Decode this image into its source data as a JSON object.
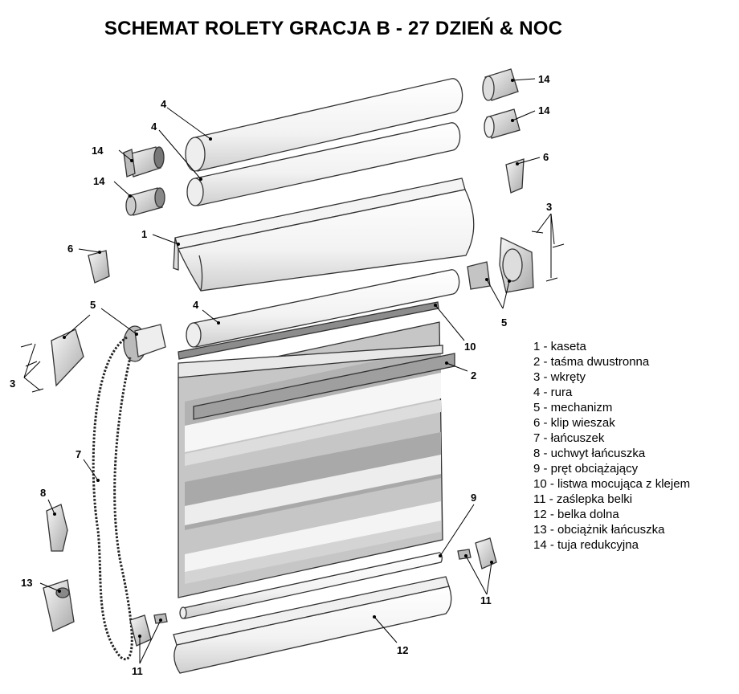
{
  "title": "SCHEMAT ROLETY GRACJA B - 27 DZIEŃ & NOC",
  "legend": [
    "1 - kaseta",
    "2 - taśma dwustronna",
    "3 - wkręty",
    "4 - rura",
    "5 - mechanizm",
    "6 - klip wieszak",
    "7 - łańcuszek",
    "8 - uchwyt łańcuszka",
    "9 - pręt obciążający",
    "10 - listwa mocująca z klejem",
    "11 - zaślepka belki",
    "12 - belka dolna",
    "13 - obciążnik łańcuszka",
    "14 - tuja redukcyjna"
  ],
  "callouts": {
    "n1": "1",
    "n2": "2",
    "n3": "3",
    "n4": "4",
    "n5": "5",
    "n6": "6",
    "n7": "7",
    "n8": "8",
    "n9": "9",
    "n10": "10",
    "n11": "11",
    "n12": "12",
    "n13": "13",
    "n14": "14"
  }
}
